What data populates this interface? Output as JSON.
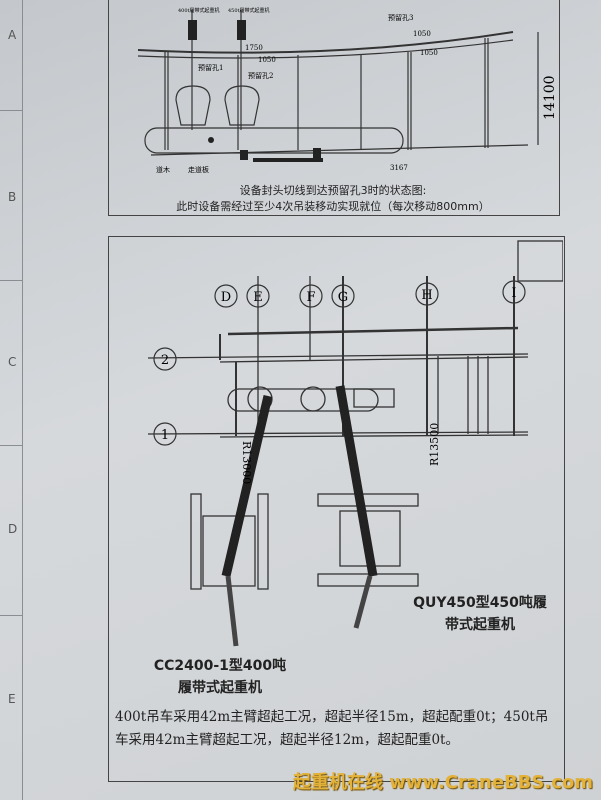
{
  "margin_letters": [
    "A",
    "B",
    "C",
    "D",
    "E"
  ],
  "top_drawing": {
    "crane_labels": [
      "400t履带式起重机",
      "450t履带式起重机"
    ],
    "hole_labels": [
      "预留孔1",
      "预留孔2",
      "预留孔3"
    ],
    "dimensions": [
      "1750",
      "1050",
      "1050",
      "1050",
      "14100",
      "3167"
    ],
    "ground_labels": [
      "道木",
      "走道板"
    ],
    "caption_line1": "设备封头切线到达预留孔3时的状态图:",
    "caption_line2": "此时设备需经过至少4次吊装移动实现就位（每次移动800mm）"
  },
  "plan_drawing": {
    "column_axes": [
      "D",
      "E",
      "F",
      "G",
      "H",
      "I"
    ],
    "row_axes": [
      "2",
      "1"
    ],
    "radius_labels": [
      "R13000",
      "R13500"
    ],
    "crane_left_label": [
      "CC2400-1型400吨",
      "履带式起重机"
    ],
    "crane_right_label": [
      "QUY450型450吨履",
      "带式起重机"
    ]
  },
  "note": "400t吊车采用42m主臂超起工况，超起半径15m，超起配重0t；450t吊车采用42m主臂超起工况，超起半径12m，超起配重0t。",
  "watermark": "起重机在线 www.CraneBBS.com",
  "colors": {
    "paper": "#d0d3d6",
    "ink": "#2a2c30",
    "watermark": "#e3b23a"
  }
}
